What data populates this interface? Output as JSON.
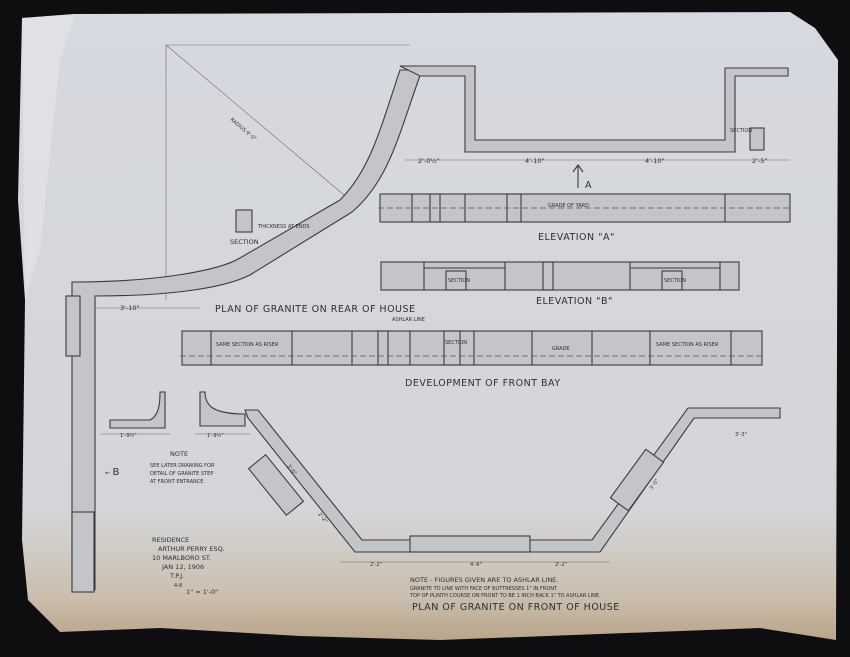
{
  "drawing": {
    "plan_rear_title": "PLAN OF GRANITE ON REAR OF HOUSE",
    "plan_front_title": "PLAN OF GRANITE ON FRONT OF HOUSE",
    "elevation_a_title": "ELEVATION \"A\"",
    "elevation_b_title": "ELEVATION \"B\"",
    "development_title": "DEVELOPMENT OF FRONT BAY",
    "section_label": "SECTION",
    "section_at_ends": "THICKNESS AT ENDS",
    "grade_of_yard": "GRADE OF YARD",
    "ashlar_line": "ASHLAR LINE",
    "same_section_left": "SAME SECTION AS RISER",
    "same_section_right": "SAME SECTION AS RISER",
    "grade": "GRADE",
    "marker_a": "A",
    "marker_b": "B",
    "radius": "RADIUS 9'-0\"",
    "dims": {
      "d1": "2'-0½\"",
      "d2": "4'-10\"",
      "d3": "4'-10\"",
      "d4": "2'-5\"",
      "d5": "3'-10\"",
      "d6": "1'-9½\"",
      "d7": "1'-9½\"",
      "d8": "3'-0\"",
      "d9": "2'-2\"",
      "d10": "2'-2\"",
      "d11": "4'-6\"",
      "d12": "2'-2\"",
      "d13": "3'-0\"",
      "d14": "3'-3\""
    },
    "note_left": {
      "heading": "NOTE",
      "lines": [
        "SEE LATER DRAWING FOR",
        "DETAIL OF GRANITE STEP",
        "AT FRONT ENTRANCE."
      ]
    },
    "note_bottom": {
      "heading": "NOTE - FIGURES GIVEN ARE TO ASHLAR LINE.",
      "lines": [
        "GRANITE TO LINE WITH FACE OF BUTTRESSES 1\" IN FRONT",
        "TOP OF PLINTH COURSE ON FRONT TO BE 1 INCH BACK 1\" TO ASHLAR LINE."
      ]
    },
    "title_block": {
      "lines": [
        "RESIDENCE",
        "ARTHUR PERRY ESQ.",
        "10 MARLBORO ST.",
        "JAN 12, 1906",
        "T.P.J.",
        "4-8"
      ],
      "scale": "1\" = 1'-0\""
    }
  }
}
